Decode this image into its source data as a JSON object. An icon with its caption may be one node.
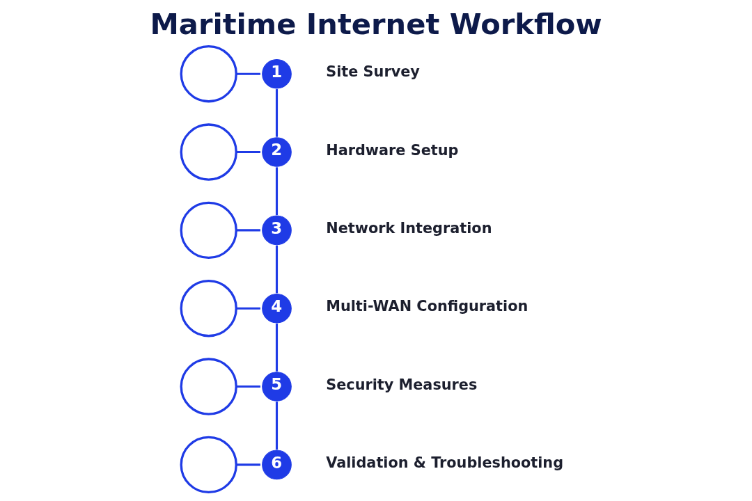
{
  "diagram": {
    "title": "Maritime Internet Workflow",
    "nodes": [
      {
        "text": [],
        "shape": "circle"
      },
      {
        "text": [
          "1"
        ],
        "beside": [
          "Site Survey"
        ]
      },
      {
        "text": [],
        "shape": "circle"
      },
      {
        "text": [
          "2"
        ],
        "beside": [
          "Hardware Setup"
        ]
      },
      {
        "text": [],
        "shape": "circle"
      },
      {
        "text": [
          "3"
        ],
        "beside": [
          "Network Integration"
        ]
      },
      {
        "text": [],
        "shape": "circle"
      },
      {
        "text": [
          "4"
        ],
        "beside": [
          "Multi-WAN Configuration"
        ]
      },
      {
        "text": [],
        "shape": "circle"
      },
      {
        "text": [
          "5"
        ],
        "beside": [
          "Security Measures"
        ]
      },
      {
        "text": [],
        "shape": "circle"
      },
      {
        "text": [
          "6"
        ],
        "beside": [
          "Validation & Troubleshooting"
        ]
      }
    ],
    "edges": [
      {
        "from": 0,
        "to": 1,
        "arrow": "none"
      },
      {
        "from": 1,
        "to": 3,
        "arrow": "none"
      },
      {
        "from": 2,
        "to": 3,
        "arrow": "none"
      },
      {
        "from": 3,
        "to": 5,
        "arrow": "none"
      },
      {
        "from": 4,
        "to": 5,
        "arrow": "none"
      },
      {
        "from": 5,
        "to": 7,
        "arrow": "none"
      },
      {
        "from": 6,
        "to": 7,
        "arrow": "none"
      },
      {
        "from": 7,
        "to": 9,
        "arrow": "none"
      },
      {
        "from": 8,
        "to": 9,
        "arrow": "none"
      },
      {
        "from": 9,
        "to": 11,
        "arrow": "none"
      },
      {
        "from": 10,
        "to": 11,
        "arrow": "none"
      }
    ]
  }
}
